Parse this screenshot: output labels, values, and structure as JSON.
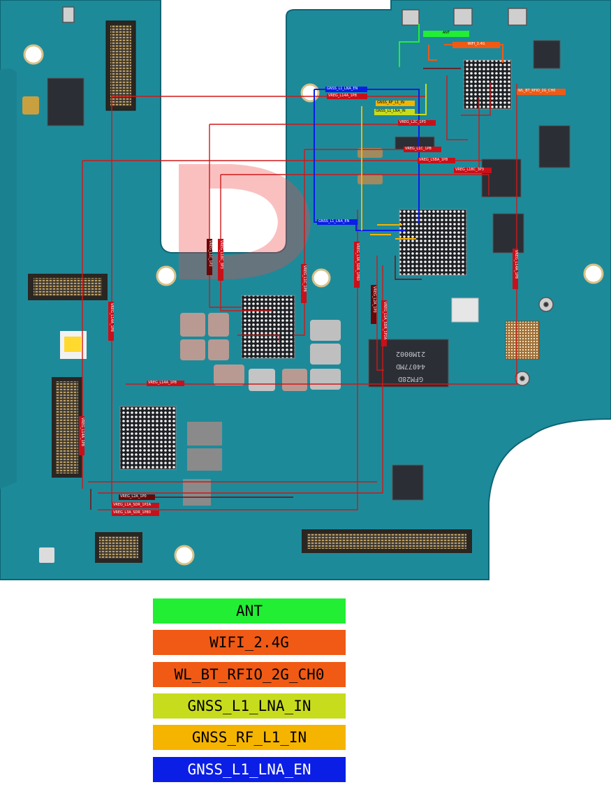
{
  "colors": {
    "board": "#1d8a9a",
    "board_dark": "#157383",
    "chip": "#2b2f35",
    "trace_red": "#d01818",
    "trace_dark": "#7a0a0a",
    "ant": "#22ee33",
    "wifi": "#f05a14",
    "wl_bt": "#f05a14",
    "gnss_lna_in": "#c8dc1e",
    "gnss_rf": "#f5b400",
    "gnss_en": "#0a1ee6",
    "tag_red": "#c8101a",
    "tag_dark": "#6a0808"
  },
  "legend": [
    {
      "label": "ANT",
      "color": "#22ee33"
    },
    {
      "label": "WIFI_2.4G",
      "color": "#f05a14"
    },
    {
      "label": "WL_BT_RFIO_2G_CH0",
      "color": "#f05a14"
    },
    {
      "label": "GNSS_L1_LNA_IN",
      "color": "#c8dc1e"
    },
    {
      "label": "GNSS_RF_L1_IN",
      "color": "#f5b400"
    },
    {
      "label": "GNSS_L1_LNA_EN",
      "color": "#0a1ee6"
    }
  ],
  "board_tags": {
    "ant": "ANT",
    "wifi": "WIFI_2.4G",
    "wl_bt": "WL_BT_RFIO_2G_CH0",
    "gnss_lna_en_top": "GNSS_L1_LNA_EN",
    "vreg_l14a_1p8_top": "VREG_L14A_1P8",
    "gnss_rf_l1_in": "GNSS_RF_L1_IN",
    "gnss_l1_lna_in": "GNSS_L1_LNA_IN",
    "vreg_l2c_1p3": "VREG_L2C_1P3",
    "vreg_l1c_1p8_top": "VREG_L1C_1P8",
    "vreg_l5ba_1p8": "VREG_L5BA_1P8",
    "vreg_l18c_3p3": "VREG_L18C_3P3",
    "gnss_lna_en_mid": "GNSS_L1_LNA_EN",
    "vreg_l1c_1p2": "VREG_L1C_1P2",
    "vreg_l18c_3p3_v": "VREG_L18C_3P3",
    "vreg_l1c_1p8_v": "VREG_L1C_1P8",
    "vreg_l3a_sdr_1p80": "VREG_L3A_SDR_1P80",
    "vreg_l2a_1p0": "VREG_L2A_1P0",
    "vreg_l1a_sdr_1p2a": "VREG_L1A_SDR_1P2A",
    "vreg_l14a_1p8_right": "VREG_L14A_1P8",
    "vreg_l14a_1p8_left": "VREG_L14A_1P8",
    "vreg_l14a_1p8_mid": "VREG_L14A_1P8",
    "vreg_l14a_1p8_bottomleft": "VREG_L14A_1P8",
    "vreg_l2a_1p0_b": "VREG_L2A_1P0",
    "vreg_l1a_sdr_1p2a_b": "VREG_L1A_SDR_1P2A",
    "vreg_l3a_sdr_1p80_b": "VREG_L3A_SDR_1P80"
  },
  "silkscreen": {
    "chip_text_1": "21M0002",
    "chip_text_2": "44077MD",
    "chip_text_3": "GFM28D"
  }
}
